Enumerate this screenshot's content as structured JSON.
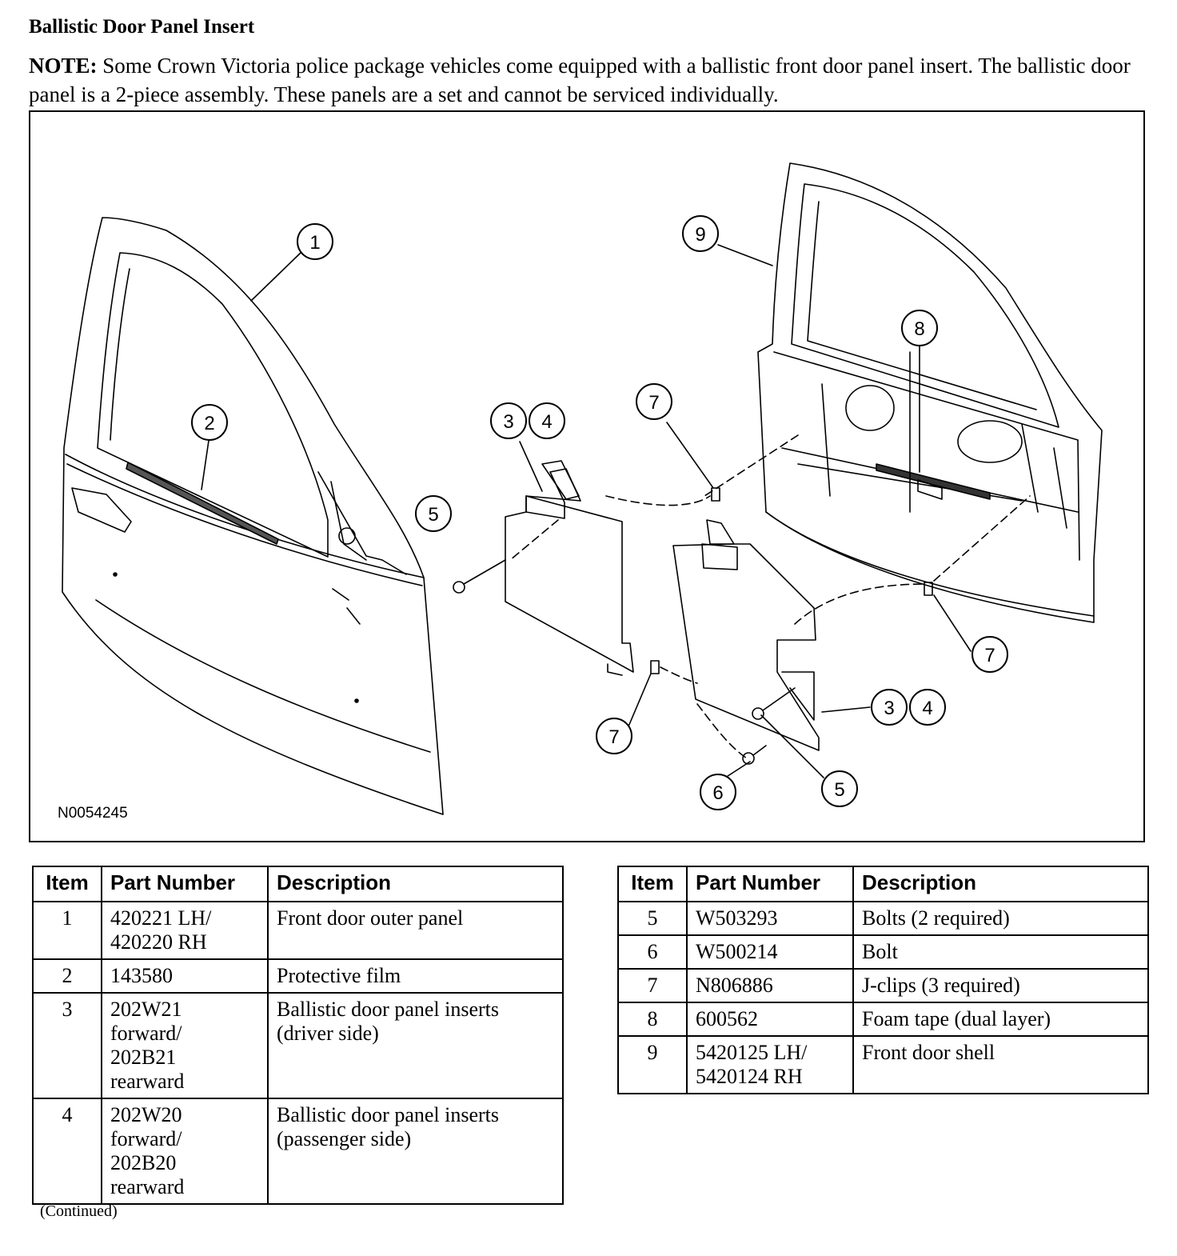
{
  "header": {
    "title": "Ballistic Door Panel Insert",
    "note_label": "NOTE:",
    "note_text": " Some Crown Victoria police package vehicles come equipped with a ballistic front door panel insert. The ballistic door panel is a 2-piece assembly. These panels are a set and cannot be serviced individually."
  },
  "figure": {
    "code": "N0054245",
    "callouts": [
      "1",
      "2",
      "3",
      "4",
      "5",
      "7",
      "9",
      "8",
      "7",
      "3",
      "4",
      "5",
      "6",
      "7"
    ]
  },
  "table_headers": {
    "item": "Item",
    "part_number": "Part Number",
    "description": "Description"
  },
  "parts_left": [
    {
      "item": "1",
      "part_number": "420221 LH/\n420220 RH",
      "description": "Front door outer panel"
    },
    {
      "item": "2",
      "part_number": "143580",
      "description": "Protective film"
    },
    {
      "item": "3",
      "part_number": "202W21\nforward/\n202B21\nrearward",
      "description": "Ballistic door panel inserts\n(driver side)"
    },
    {
      "item": "4",
      "part_number": "202W20\nforward/\n202B20\nrearward",
      "description": "Ballistic door panel inserts\n(passenger side)"
    }
  ],
  "parts_right": [
    {
      "item": "5",
      "part_number": "W503293",
      "description": "Bolts (2 required)"
    },
    {
      "item": "6",
      "part_number": "W500214",
      "description": "Bolt"
    },
    {
      "item": "7",
      "part_number": "N806886",
      "description": "J-clips (3 required)"
    },
    {
      "item": "8",
      "part_number": "600562",
      "description": "Foam tape (dual layer)"
    },
    {
      "item": "9",
      "part_number": "5420125 LH/\n5420124 RH",
      "description": "Front door shell"
    }
  ],
  "footer": {
    "continued": "(Continued)"
  }
}
